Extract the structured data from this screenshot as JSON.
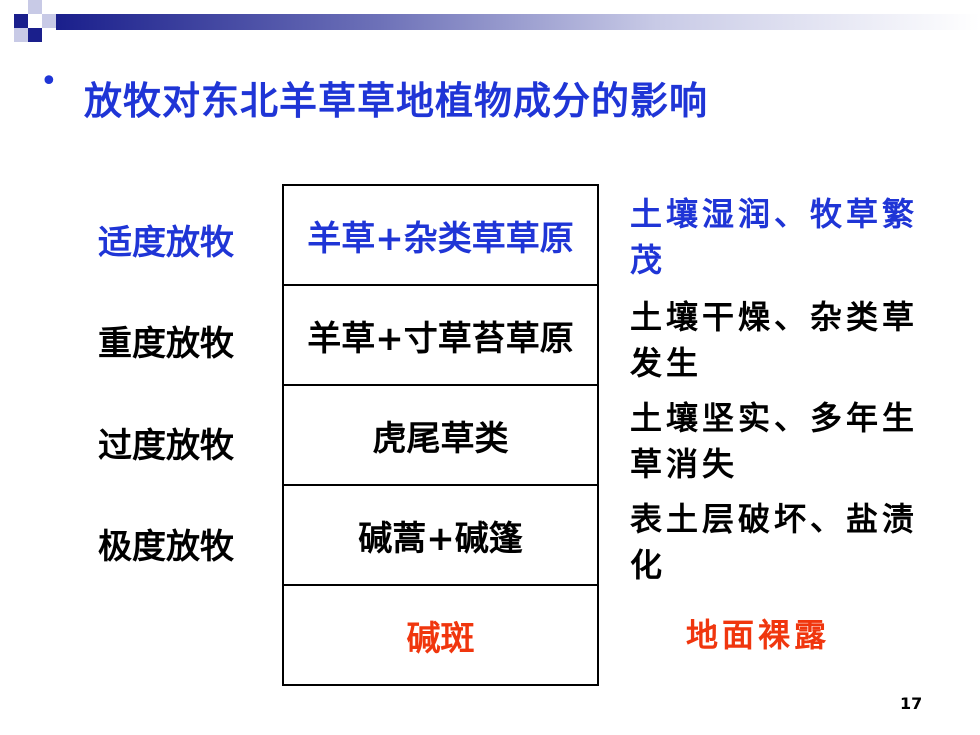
{
  "colors": {
    "title": "#1f35d6",
    "moderate": "#1f35d6",
    "normal": "#000000",
    "bare": "#f0360e"
  },
  "title": "放牧对东北羊草草地植物成分的影响",
  "bullet": "•",
  "rows": [
    {
      "label": "适度放牧",
      "community": "羊草+杂类草草原",
      "effect": "土壤湿润、牧草繁茂"
    },
    {
      "label": "重度放牧",
      "community": "羊草+寸草苔草原",
      "effect": "土壤干燥、杂类草发生"
    },
    {
      "label": "过度放牧",
      "community": "虎尾草类",
      "effect": "土壤坚实、多年生草消失"
    },
    {
      "label": "极度放牧",
      "community": "碱蒿+碱篷",
      "effect": "表土层破坏、盐渍化"
    },
    {
      "label": "",
      "community": "碱斑",
      "effect": "地面裸露"
    }
  ],
  "page_number": "17"
}
